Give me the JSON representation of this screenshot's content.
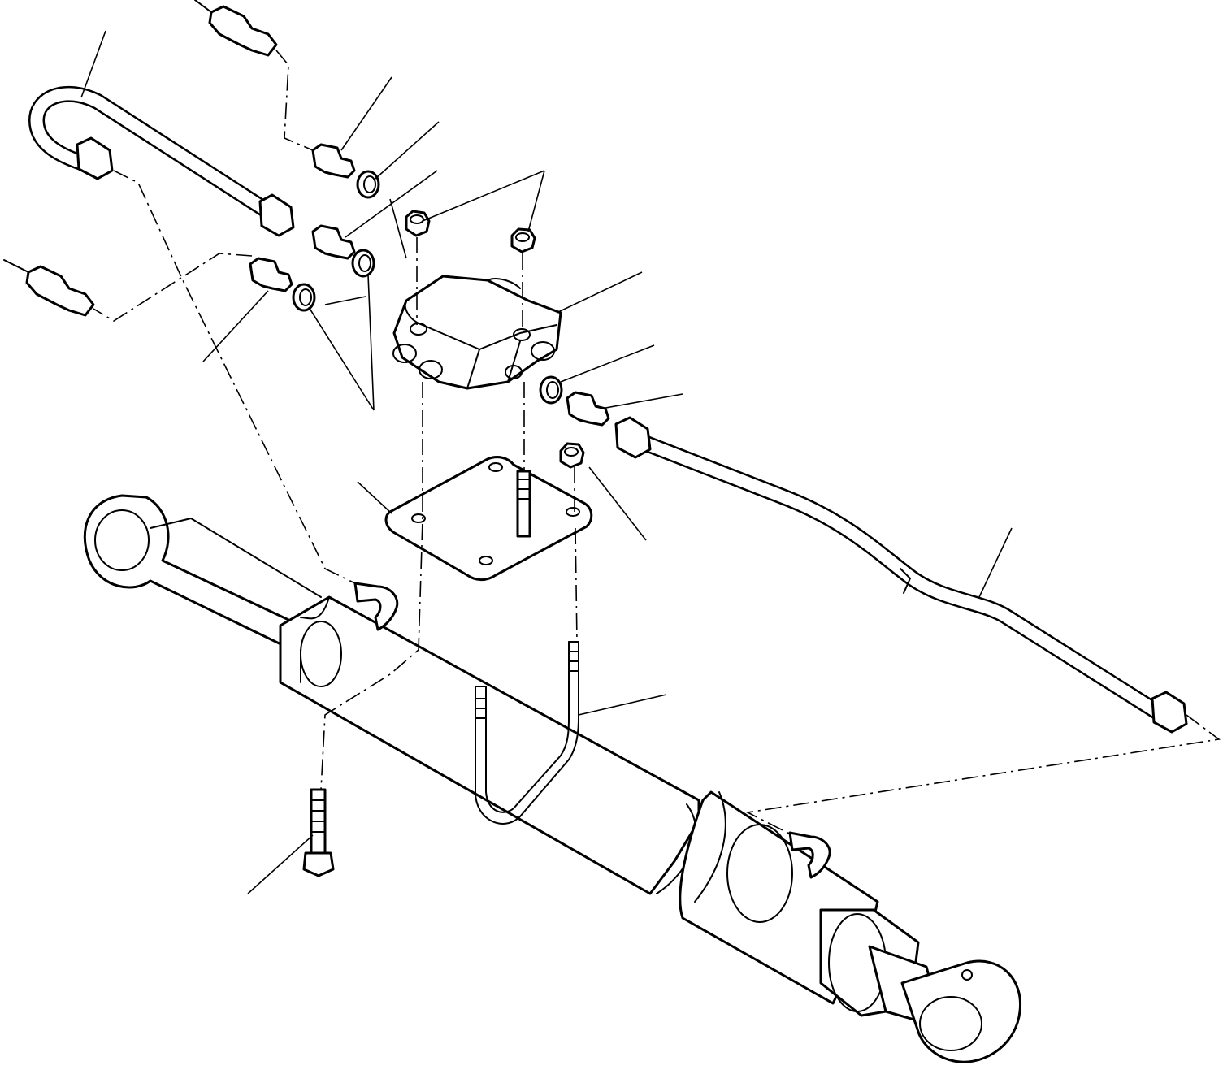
{
  "figure": {
    "background": "#ffffff",
    "line_color": "#000000",
    "parts": [
      "u-tube-left",
      "straight-tube-right",
      "valve-block",
      "mounting-plate",
      "u-bolt",
      "bolt",
      "cylinder",
      "union-fittings",
      "o-rings",
      "nuts"
    ]
  }
}
